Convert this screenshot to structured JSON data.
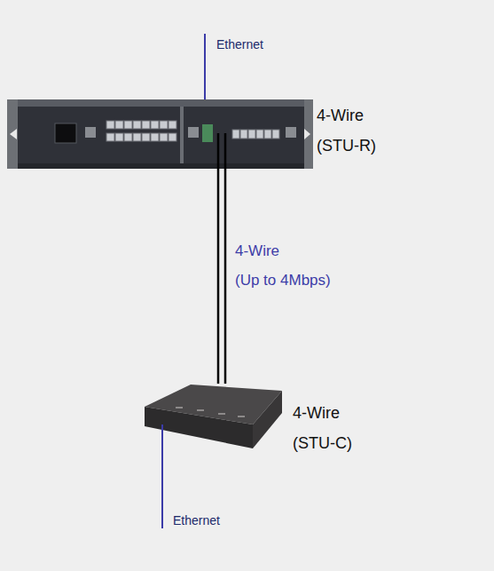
{
  "diagram": {
    "nodes": [
      {
        "text": [
          "4-Wire (STU-R)"
        ]
      },
      {
        "text": [
          "4-Wire (STU-C)"
        ]
      }
    ],
    "edges": [
      {
        "from": 0,
        "to": 1,
        "arrow": "none",
        "label": "4-Wire (Up to 4Mbps)"
      }
    ],
    "labels": [
      "Ethernet",
      "Ethernet"
    ]
  }
}
